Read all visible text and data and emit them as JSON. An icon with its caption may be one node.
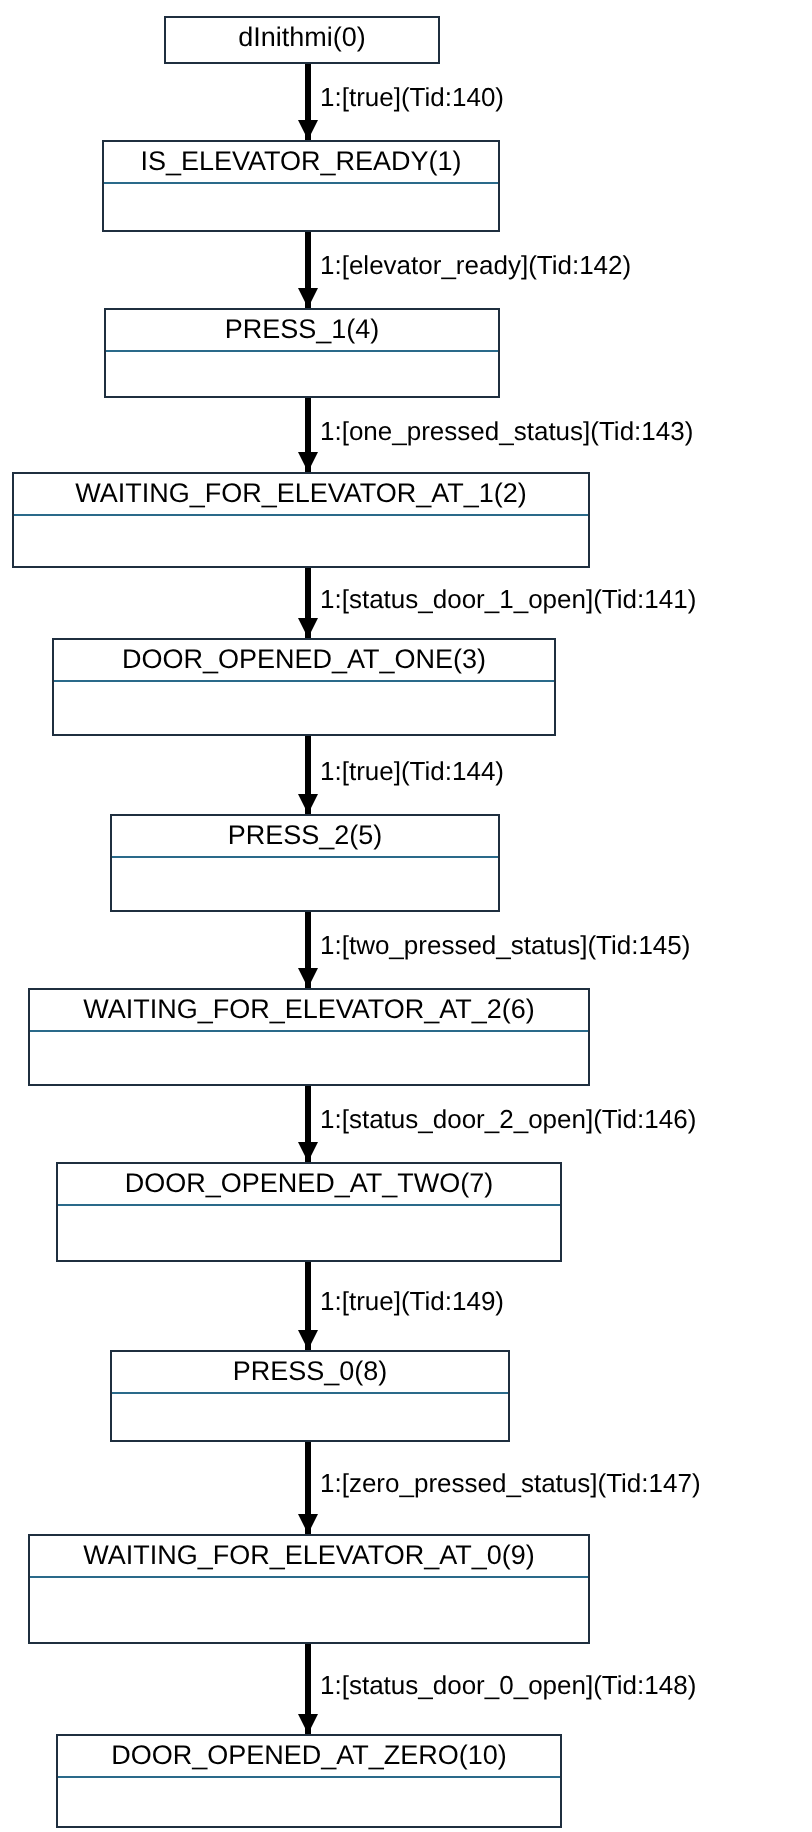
{
  "diagram": {
    "nodes": [
      {
        "text": [
          "dInithmi(0)"
        ]
      },
      {
        "text": [
          "IS_ELEVATOR_READY(1)"
        ]
      },
      {
        "text": [
          "PRESS_1(4)"
        ]
      },
      {
        "text": [
          "WAITING_FOR_ELEVATOR_AT_1(2)"
        ]
      },
      {
        "text": [
          "DOOR_OPENED_AT_ONE(3)"
        ]
      },
      {
        "text": [
          "PRESS_2(5)"
        ]
      },
      {
        "text": [
          "WAITING_FOR_ELEVATOR_AT_2(6)"
        ]
      },
      {
        "text": [
          "DOOR_OPENED_AT_TWO(7)"
        ]
      },
      {
        "text": [
          "PRESS_0(8)"
        ]
      },
      {
        "text": [
          "WAITING_FOR_ELEVATOR_AT_0(9)"
        ]
      },
      {
        "text": [
          "DOOR_OPENED_AT_ZERO(10)"
        ]
      }
    ],
    "edges": [
      {
        "from": 0,
        "to": 1,
        "arrow": "to",
        "label": "1:[true](Tid:140)"
      },
      {
        "from": 1,
        "to": 2,
        "arrow": "to",
        "label": "1:[elevator_ready](Tid:142)"
      },
      {
        "from": 2,
        "to": 3,
        "arrow": "to",
        "label": "1:[one_pressed_status](Tid:143)"
      },
      {
        "from": 3,
        "to": 4,
        "arrow": "to",
        "label": "1:[status_door_1_open](Tid:141)"
      },
      {
        "from": 4,
        "to": 5,
        "arrow": "to",
        "label": "1:[true](Tid:144)"
      },
      {
        "from": 5,
        "to": 6,
        "arrow": "to",
        "label": "1:[two_pressed_status](Tid:145)"
      },
      {
        "from": 6,
        "to": 7,
        "arrow": "to",
        "label": "1:[status_door_2_open](Tid:146)"
      },
      {
        "from": 7,
        "to": 8,
        "arrow": "to",
        "label": "1:[true](Tid:149)"
      },
      {
        "from": 8,
        "to": 9,
        "arrow": "to",
        "label": "1:[zero_pressed_status](Tid:147)"
      },
      {
        "from": 9,
        "to": 10,
        "arrow": "to",
        "label": "1:[status_door_0_open](Tid:148)"
      }
    ]
  }
}
